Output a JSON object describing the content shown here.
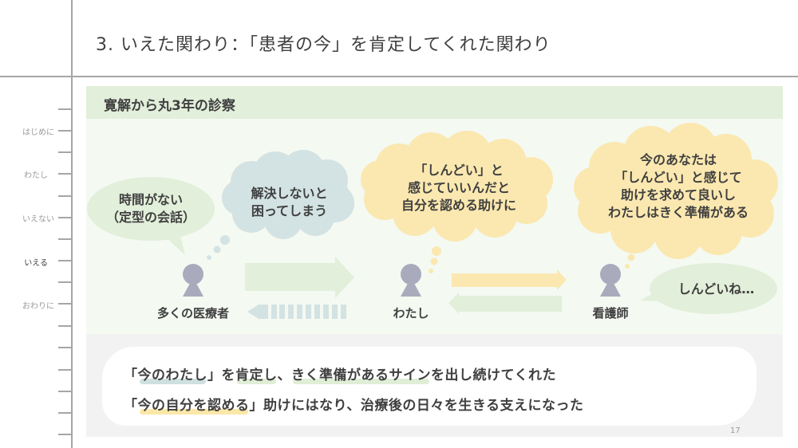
{
  "title": "3. いえた関わり：「患者の今」を肯定してくれた関わり",
  "nav": {
    "items": [
      {
        "label": "はじめに",
        "active": false
      },
      {
        "label": "わたし",
        "active": false
      },
      {
        "label": "いえない",
        "active": false
      },
      {
        "label": "いえる",
        "active": true
      },
      {
        "label": "おわりに",
        "active": false
      }
    ]
  },
  "panel": {
    "heading": "寛解から丸3年の診察"
  },
  "diagram": {
    "bubbles": {
      "no_time_line1": "時間がない",
      "no_time_line2": "（定型の会話）",
      "must_solve_line1": "解決しないと",
      "must_solve_line2": "困ってしまう",
      "self_line1": "「しんどい」と",
      "self_line2": "感じていいんだと",
      "self_line3": "自分を認める助けに",
      "nurse_line1": "今のあなたは",
      "nurse_line2": "「しんどい」と感じて",
      "nurse_line3": "助けを求めて良いし",
      "nurse_line4": "わたしはきく準備がある",
      "nurse_speech": "しんどいね…"
    },
    "people": {
      "doctors": "多くの医療者",
      "me": "わたし",
      "nurse": "看護師"
    },
    "colors": {
      "green_bubble": "#e2efda",
      "blue_bubble": "#d3e2e2",
      "yellow_bubble": "#fbe8b0",
      "person": "#a9abbd",
      "yellow_arrow": "#fbe8b0",
      "green_arrow": "#e2efda",
      "blue_arrow": "#d3e2e2"
    }
  },
  "summary": {
    "line1_a": "「",
    "line1_hl1": "今のわたし",
    "line1_b": "」を",
    "line1_hl2": "肯定し",
    "line1_c": "、",
    "line1_hl3": "きく準備があるサイン",
    "line1_d": "を出し続けてくれた",
    "line2_a": "「",
    "line2_hl1": "今の自分を認める",
    "line2_b": "」助けにはなり、治療後の日々を生きる支えになった"
  },
  "page_number": "17"
}
